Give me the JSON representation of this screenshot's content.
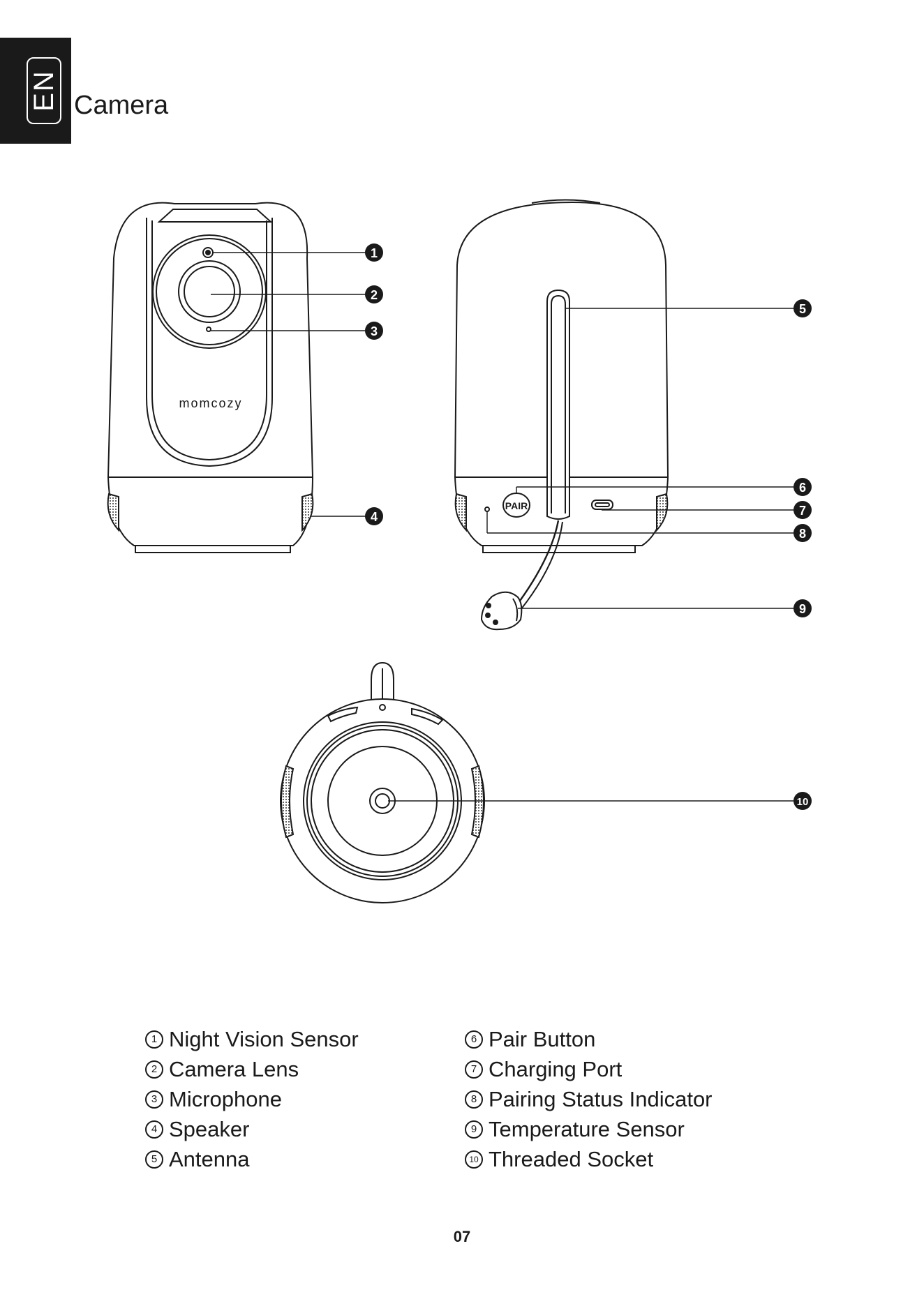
{
  "header": {
    "language": "EN",
    "title": "Camera"
  },
  "diagram": {
    "brand_text": "momcozy",
    "pair_label": "PAIR",
    "callouts": [
      "1",
      "2",
      "3",
      "4",
      "5",
      "6",
      "7",
      "8",
      "9",
      "10"
    ]
  },
  "legend": {
    "left": [
      {
        "num": "1",
        "label": "Night Vision Sensor"
      },
      {
        "num": "2",
        "label": "Camera Lens"
      },
      {
        "num": "3",
        "label": "Microphone"
      },
      {
        "num": "4",
        "label": "Speaker"
      },
      {
        "num": "5",
        "label": "Antenna"
      }
    ],
    "right": [
      {
        "num": "6",
        "label": "Pair Button"
      },
      {
        "num": "7",
        "label": "Charging Port"
      },
      {
        "num": "8",
        "label": "Pairing Status Indicator"
      },
      {
        "num": "9",
        "label": "Temperature Sensor"
      },
      {
        "num": "10",
        "label": "Threaded Socket"
      }
    ]
  },
  "footer": {
    "page_number": "07"
  }
}
